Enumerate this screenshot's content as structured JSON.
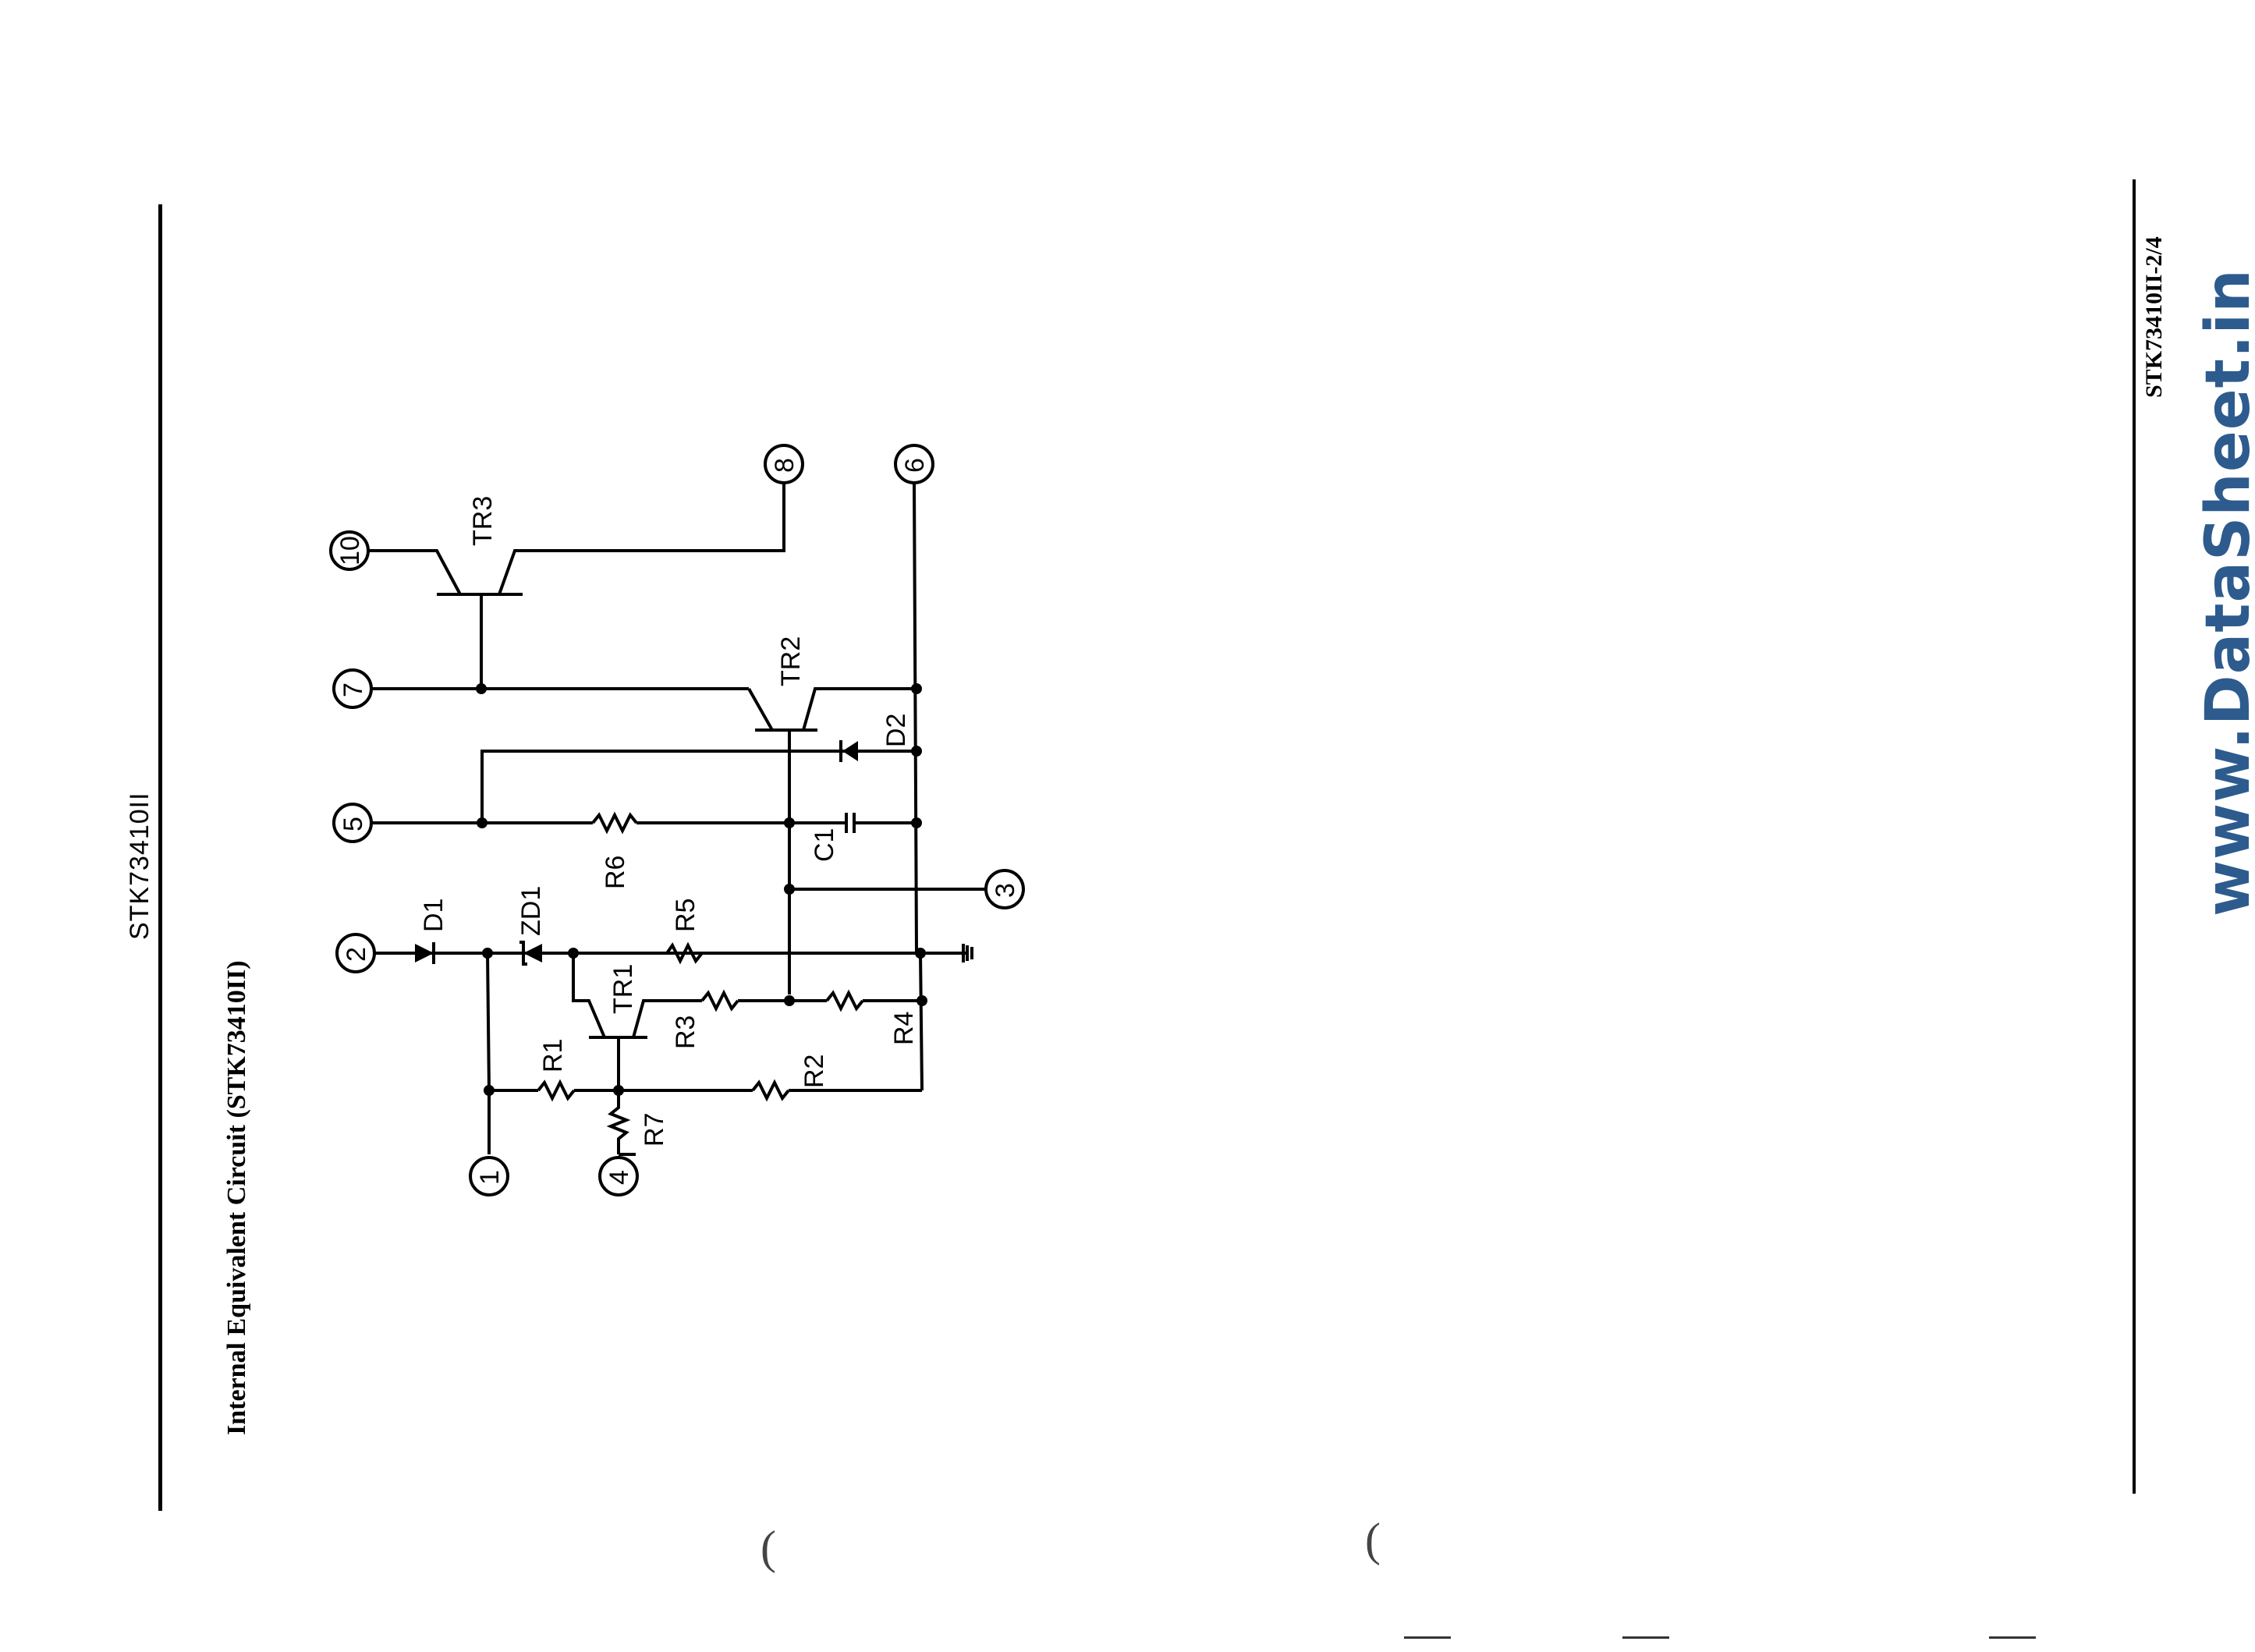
{
  "page": {
    "part_number": "STK73410II",
    "section_title": "Internal Equivalent Circuit (STK73410II)",
    "footer_id": "STK73410II-2/4",
    "watermark": "www.DataSheet.in",
    "watermark_color": "#2d5b8e"
  },
  "circuit": {
    "pins": [
      "1",
      "2",
      "3",
      "4",
      "5",
      "6",
      "7",
      "8",
      "10"
    ],
    "transistors": [
      "TR1",
      "TR2",
      "TR3"
    ],
    "resistors": [
      "R1",
      "R2",
      "R3",
      "R4",
      "R5",
      "R6",
      "R7"
    ],
    "diodes": [
      "D1",
      "D2"
    ],
    "zener": [
      "ZD1"
    ],
    "capacitors": [
      "C1"
    ],
    "labels": {
      "pin1": "1",
      "pin2": "2",
      "pin3": "3",
      "pin4": "4",
      "pin5": "5",
      "pin6": "6",
      "pin7": "7",
      "pin8": "8",
      "pin10": "10",
      "TR1": "TR1",
      "TR2": "TR2",
      "TR3": "TR3",
      "R1": "R1",
      "R2": "R2",
      "R3": "R3",
      "R4": "R4",
      "R5": "R5",
      "R6": "R6",
      "R7": "R7",
      "D1": "D1",
      "D2": "D2",
      "ZD1": "ZD1",
      "C1": "C1"
    }
  },
  "scan_marks": {
    "left_paren_1": "(",
    "left_paren_2": "("
  }
}
